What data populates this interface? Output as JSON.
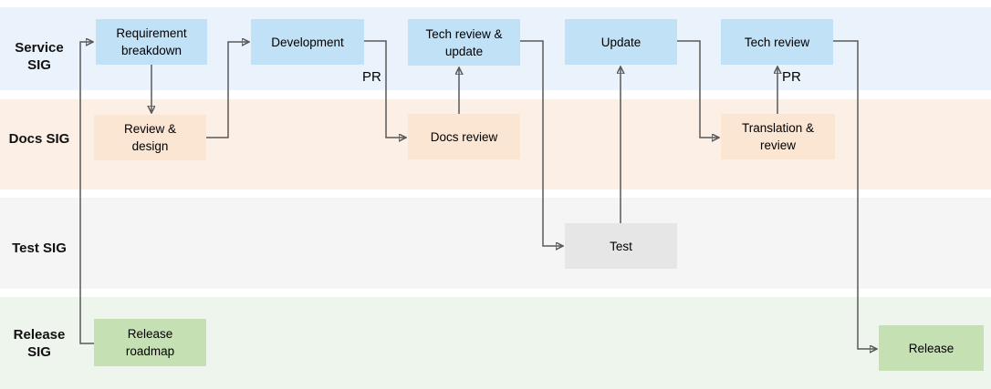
{
  "diagram": {
    "type": "swimlane-flowchart",
    "lanes": [
      {
        "label": "Service SIG",
        "band_color": "#eaf2fb"
      },
      {
        "label": "Docs SIG",
        "band_color": "#fcf0e6"
      },
      {
        "label": "Test SIG",
        "band_color": "#f5f5f5"
      },
      {
        "label": "Release SIG",
        "band_color": "#eef5ec"
      }
    ],
    "tasks": [
      {
        "label": "Requirement breakdown",
        "lane": "Service SIG",
        "color": "#c1e1f7"
      },
      {
        "label": "Development",
        "lane": "Service SIG",
        "color": "#c1e1f7"
      },
      {
        "label": "Tech review & update",
        "lane": "Service SIG",
        "color": "#c1e1f7"
      },
      {
        "label": "Update",
        "lane": "Service SIG",
        "color": "#c1e1f7"
      },
      {
        "label": "Tech review",
        "lane": "Service SIG",
        "color": "#c1e1f7"
      },
      {
        "label": "Review & design",
        "lane": "Docs SIG",
        "color": "#fbe5d3"
      },
      {
        "label": "Docs review",
        "lane": "Docs SIG",
        "color": "#fbe5d3"
      },
      {
        "label": "Translation & review",
        "lane": "Docs SIG",
        "color": "#fbe5d3"
      },
      {
        "label": "Test",
        "lane": "Test SIG",
        "color": "#e6e6e6"
      },
      {
        "label": "Release roadmap",
        "lane": "Release SIG",
        "color": "#c5e0b3"
      },
      {
        "label": "Release",
        "lane": "Release SIG",
        "color": "#c5e0b3"
      }
    ],
    "edge_labels": [
      {
        "text": "PR",
        "on": "Development to Docs review"
      },
      {
        "text": "PR",
        "on": "Translation & review to Tech review"
      }
    ],
    "flows": [
      {
        "from": "Release roadmap",
        "to": "Requirement breakdown"
      },
      {
        "from": "Requirement breakdown",
        "to": "Review & design"
      },
      {
        "from": "Review & design",
        "to": "Development"
      },
      {
        "from": "Development",
        "to": "Docs review"
      },
      {
        "from": "Docs review",
        "to": "Tech review & update"
      },
      {
        "from": "Tech review & update",
        "to": "Test"
      },
      {
        "from": "Test",
        "to": "Update"
      },
      {
        "from": "Update",
        "to": "Translation & review"
      },
      {
        "from": "Translation & review",
        "to": "Tech review"
      },
      {
        "from": "Tech review",
        "to": "Release"
      }
    ],
    "connector_color": "#595959"
  }
}
